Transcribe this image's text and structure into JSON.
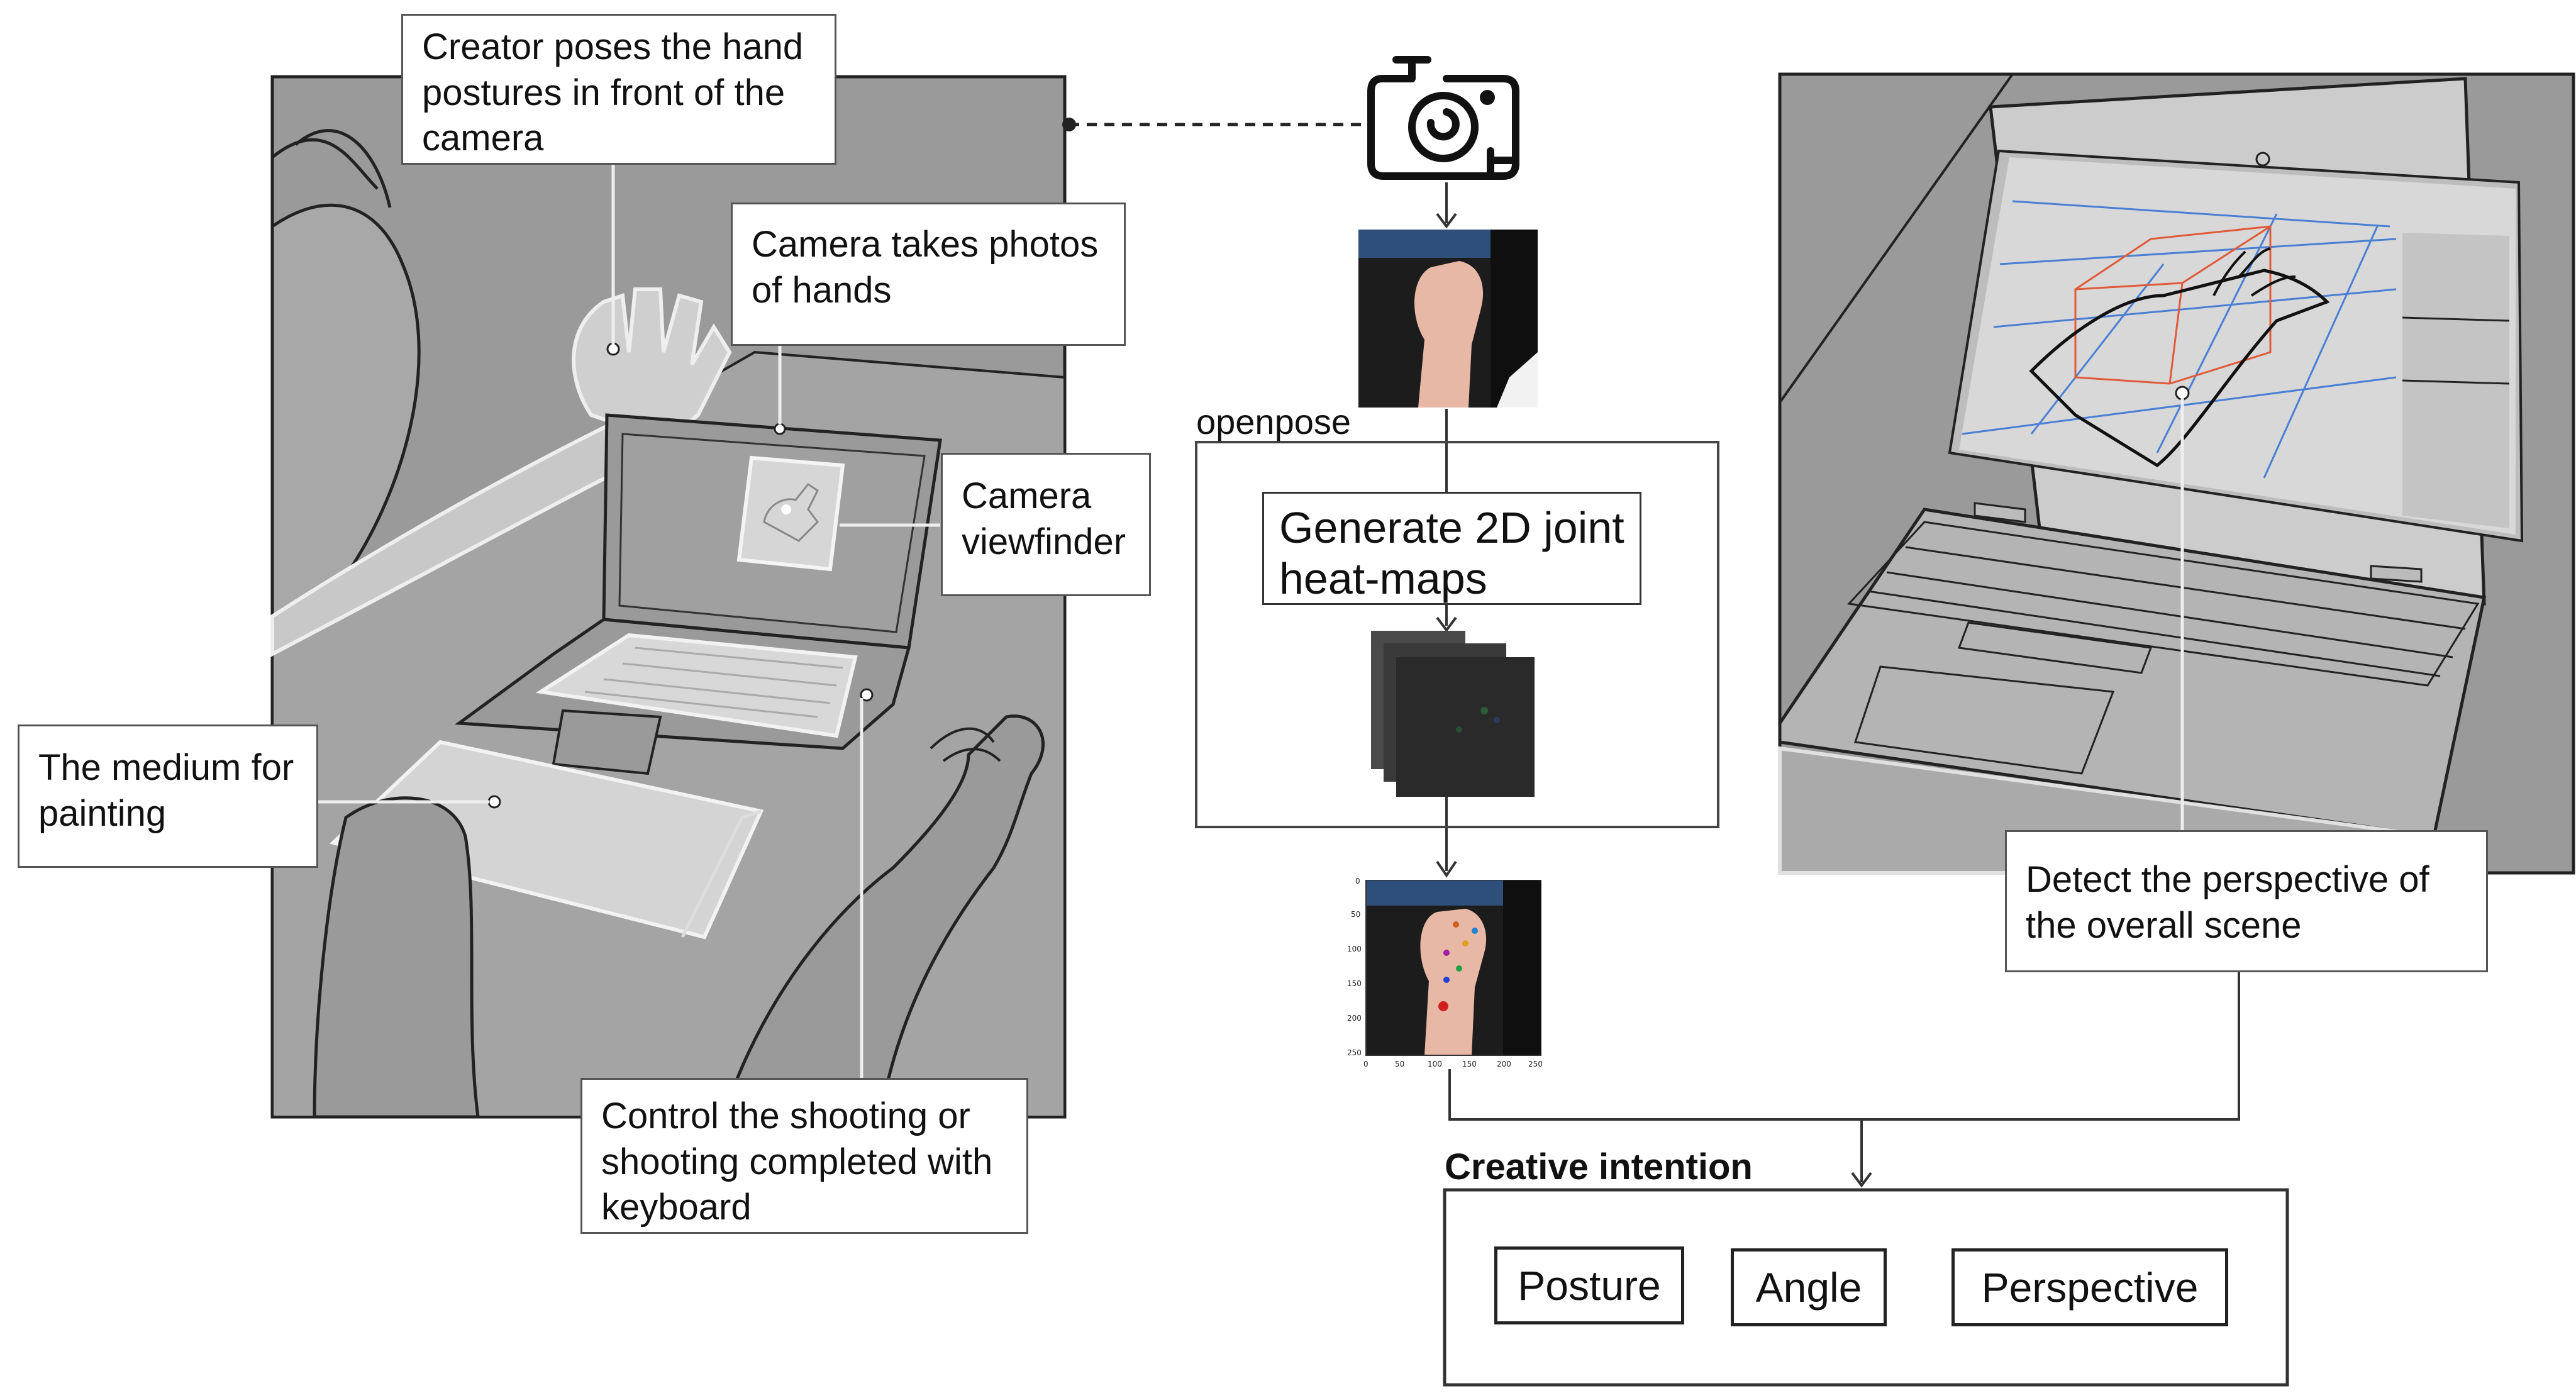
{
  "callouts": {
    "creator_poses": [
      "Creator poses the hand",
      "postures in front of the",
      "camera"
    ],
    "camera_photos": [
      "Camera takes photos",
      "of hands"
    ],
    "viewfinder": [
      "Camera",
      "viewfinder"
    ],
    "medium": [
      "The medium for",
      "painting"
    ],
    "control": [
      "Control the shooting or",
      "shooting completed with",
      "keyboard"
    ],
    "detect": [
      "Detect the perspective of",
      "the overall scene"
    ]
  },
  "pipeline": {
    "openpose_label": "openpose",
    "heatmap_step": [
      "Generate 2D joint",
      "heat-maps"
    ],
    "plot_ticks_y": [
      "0",
      "50",
      "100",
      "150",
      "200",
      "250"
    ],
    "plot_ticks_x": [
      "0",
      "50",
      "100",
      "150",
      "200",
      "250"
    ]
  },
  "intention": {
    "title": "Creative intention",
    "items": [
      "Posture",
      "Angle",
      "Perspective"
    ]
  },
  "colors": {
    "scene_gray": "#9a9a9a",
    "line": "#222222",
    "highlight": "#dcdcdc",
    "screen_bg": "#d6d6d6",
    "perspective_box": "#e05a3a",
    "grid_blue": "#4a7fd4"
  },
  "icons": [
    "camera-icon",
    "hand-photo",
    "heatmap-stack",
    "keypoint-plot"
  ]
}
